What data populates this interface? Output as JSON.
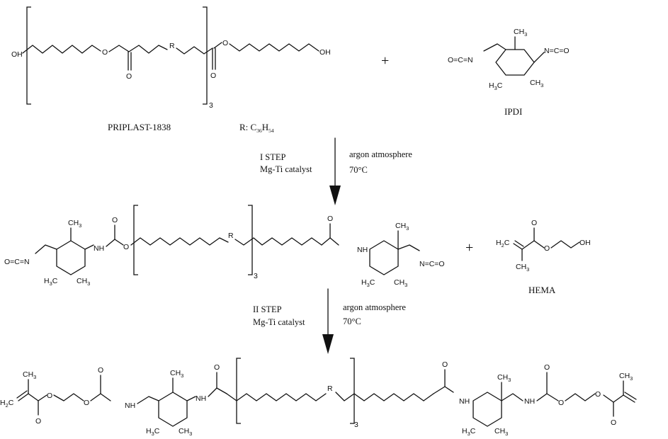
{
  "reactants": {
    "priplast": {
      "name": "PRIPLAST-1838",
      "r_def_prefix": "R: C",
      "r_def_c": "36",
      "r_def_h_letter": "H",
      "r_def_h": "54",
      "repeat": "3",
      "oh_left": "OH",
      "oh_right": "OH",
      "r": "R",
      "o1": "O",
      "o2": "O",
      "o3": "O",
      "o4": "O"
    },
    "ipdi": {
      "name": "IPDI",
      "ch3": "CH",
      "ch3_sub": "3",
      "h3c": "H",
      "h3c_sub": "3",
      "h3c_c": "C",
      "ch3b": "CH",
      "ch3b_sub": "3",
      "nco_left": "O=C=N",
      "nco_right": "N=C=O"
    },
    "plus1": "+"
  },
  "step1": {
    "title": "I STEP",
    "catalyst": "Mg-Ti catalyst",
    "atmosphere": "argon atmosphere",
    "temperature": "70°C"
  },
  "intermediate": {
    "repeat": "3",
    "nh_left": "NH",
    "nh_right": "NH",
    "r": "R",
    "nco_left": "O=C=N",
    "nco_right": "N=C=O",
    "ch3_left": "CH",
    "ch3_right": "CH",
    "sub3": "3",
    "h3c_left": "H",
    "h3c_right": "H",
    "c": "C",
    "ch3_left_b": "CH",
    "ch3_right_b": "CH",
    "o": "O"
  },
  "hema": {
    "name": "HEMA",
    "h2c": "H",
    "h2c_sub": "2",
    "h2c_c": "C",
    "ch3": "CH",
    "ch3_sub": "3",
    "oh": "OH",
    "o": "O"
  },
  "plus2": "+",
  "step2": {
    "title": "II STEP",
    "catalyst": "Mg-Ti catalyst",
    "atmosphere": "argon atmosphere",
    "temperature": "70°C"
  },
  "product": {
    "repeat": "3",
    "r": "R",
    "nh1": "NH",
    "nh2": "NH",
    "nh3": "NH",
    "nh4": "NH",
    "ch3": "CH",
    "sub3": "3",
    "h3c": "H",
    "c": "C",
    "h2c": "H",
    "sub2": "2",
    "o": "O"
  }
}
